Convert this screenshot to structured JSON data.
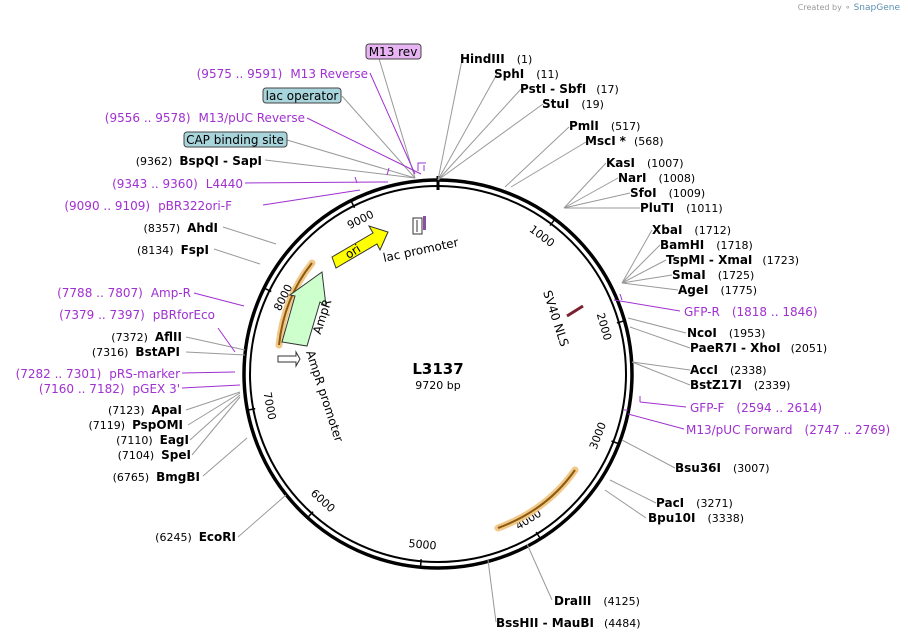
{
  "credit": {
    "prefix": "Created by",
    "brand": "SnapGene"
  },
  "plasmid": {
    "name": "L3137",
    "size": "9720 bp",
    "length": 9720
  },
  "ticks": [
    1000,
    2000,
    3000,
    4000,
    5000,
    6000,
    7000,
    8000,
    9000
  ],
  "left_sites": [
    {
      "name": "BspQI",
      "name2": "SapI",
      "pos": "(9362)"
    },
    {
      "name": "AhdI",
      "pos": "(8357)"
    },
    {
      "name": "FspI",
      "pos": "(8134)"
    },
    {
      "name": "AflII",
      "pos": "(7372)"
    },
    {
      "name": "BstAPI",
      "pos": "(7316)"
    },
    {
      "name": "ApaI",
      "pos": "(7123)"
    },
    {
      "name": "PspOMI",
      "pos": "(7119)"
    },
    {
      "name": "EagI",
      "pos": "(7110)"
    },
    {
      "name": "SpeI",
      "pos": "(7104)"
    },
    {
      "name": "BmgBI",
      "pos": "(6765)"
    },
    {
      "name": "EcoRI",
      "pos": "(6245)"
    }
  ],
  "right_sites": [
    {
      "name": "HindIII",
      "pos": "(1)"
    },
    {
      "name": "SphI",
      "pos": "(11)"
    },
    {
      "name": "PstI",
      "name2": "SbfI",
      "pos": "(17)"
    },
    {
      "name": "StuI",
      "pos": "(19)"
    },
    {
      "name": "PmlI",
      "pos": "(517)"
    },
    {
      "name": "MscI",
      "mark": "*",
      "pos": "(568)"
    },
    {
      "name": "KasI",
      "pos": "(1007)"
    },
    {
      "name": "NarI",
      "pos": "(1008)"
    },
    {
      "name": "SfoI",
      "pos": "(1009)"
    },
    {
      "name": "PluTI",
      "pos": "(1011)"
    },
    {
      "name": "XbaI",
      "pos": "(1712)"
    },
    {
      "name": "BamHI",
      "pos": "(1718)"
    },
    {
      "name": "TspMI",
      "name2": "XmaI",
      "pos": "(1723)"
    },
    {
      "name": "SmaI",
      "pos": "(1725)"
    },
    {
      "name": "AgeI",
      "pos": "(1775)"
    },
    {
      "name": "NcoI",
      "pos": "(1953)"
    },
    {
      "name": "PaeR7I",
      "name2": "XhoI",
      "pos": "(2051)"
    },
    {
      "name": "AccI",
      "pos": "(2338)"
    },
    {
      "name": "BstZ17I",
      "pos": "(2339)"
    },
    {
      "name": "Bsu36I",
      "pos": "(3007)"
    },
    {
      "name": "PacI",
      "pos": "(3271)"
    },
    {
      "name": "Bpu10I",
      "pos": "(3338)"
    },
    {
      "name": "DraIII",
      "pos": "(4125)"
    },
    {
      "name": "BssHII",
      "name2": "MauBI",
      "pos": "(4484)"
    }
  ],
  "primers_left": [
    {
      "range": "(9575 .. 9591)",
      "name": "M13 Reverse"
    },
    {
      "range": "(9556 .. 9578)",
      "name": "M13/pUC Reverse"
    },
    {
      "range": "(9343 .. 9360)",
      "name": "L4440"
    },
    {
      "range": "(9090 .. 9109)",
      "name": "pBR322ori-F"
    },
    {
      "range": "(7788 .. 7807)",
      "name": "Amp-R"
    },
    {
      "range": "(7379 .. 7397)",
      "name": "pBRforEco"
    },
    {
      "range": "(7282 .. 7301)",
      "name": "pRS-marker"
    },
    {
      "range": "(7160 .. 7182)",
      "name": "pGEX 3'"
    }
  ],
  "primers_right": [
    {
      "name": "GFP-R",
      "range": "(1818 .. 1846)"
    },
    {
      "name": "GFP-F",
      "range": "(2594 .. 2614)"
    },
    {
      "name": "M13/pUC Forward",
      "range": "(2747 .. 2769)"
    }
  ],
  "boxed_features": [
    {
      "label": "M13 rev",
      "color": "#e8b4f4"
    },
    {
      "label": "lac operator",
      "color": "#a8d4dc"
    },
    {
      "label": "CAP binding site",
      "color": "#a8d4dc"
    }
  ],
  "inner_features": {
    "ori": "ori",
    "ampr": "AmpR",
    "ampr_promoter": "AmpR promoter",
    "lac_promoter": "lac promoter",
    "sv40": "SV40 NLS"
  },
  "colors": {
    "primer": "#a030d0",
    "ori": "#ffff00",
    "ampr": "#ccffcc",
    "arc": "#e8a030",
    "box_blue": "#a8d4dc",
    "box_purple": "#e8b4f4"
  }
}
